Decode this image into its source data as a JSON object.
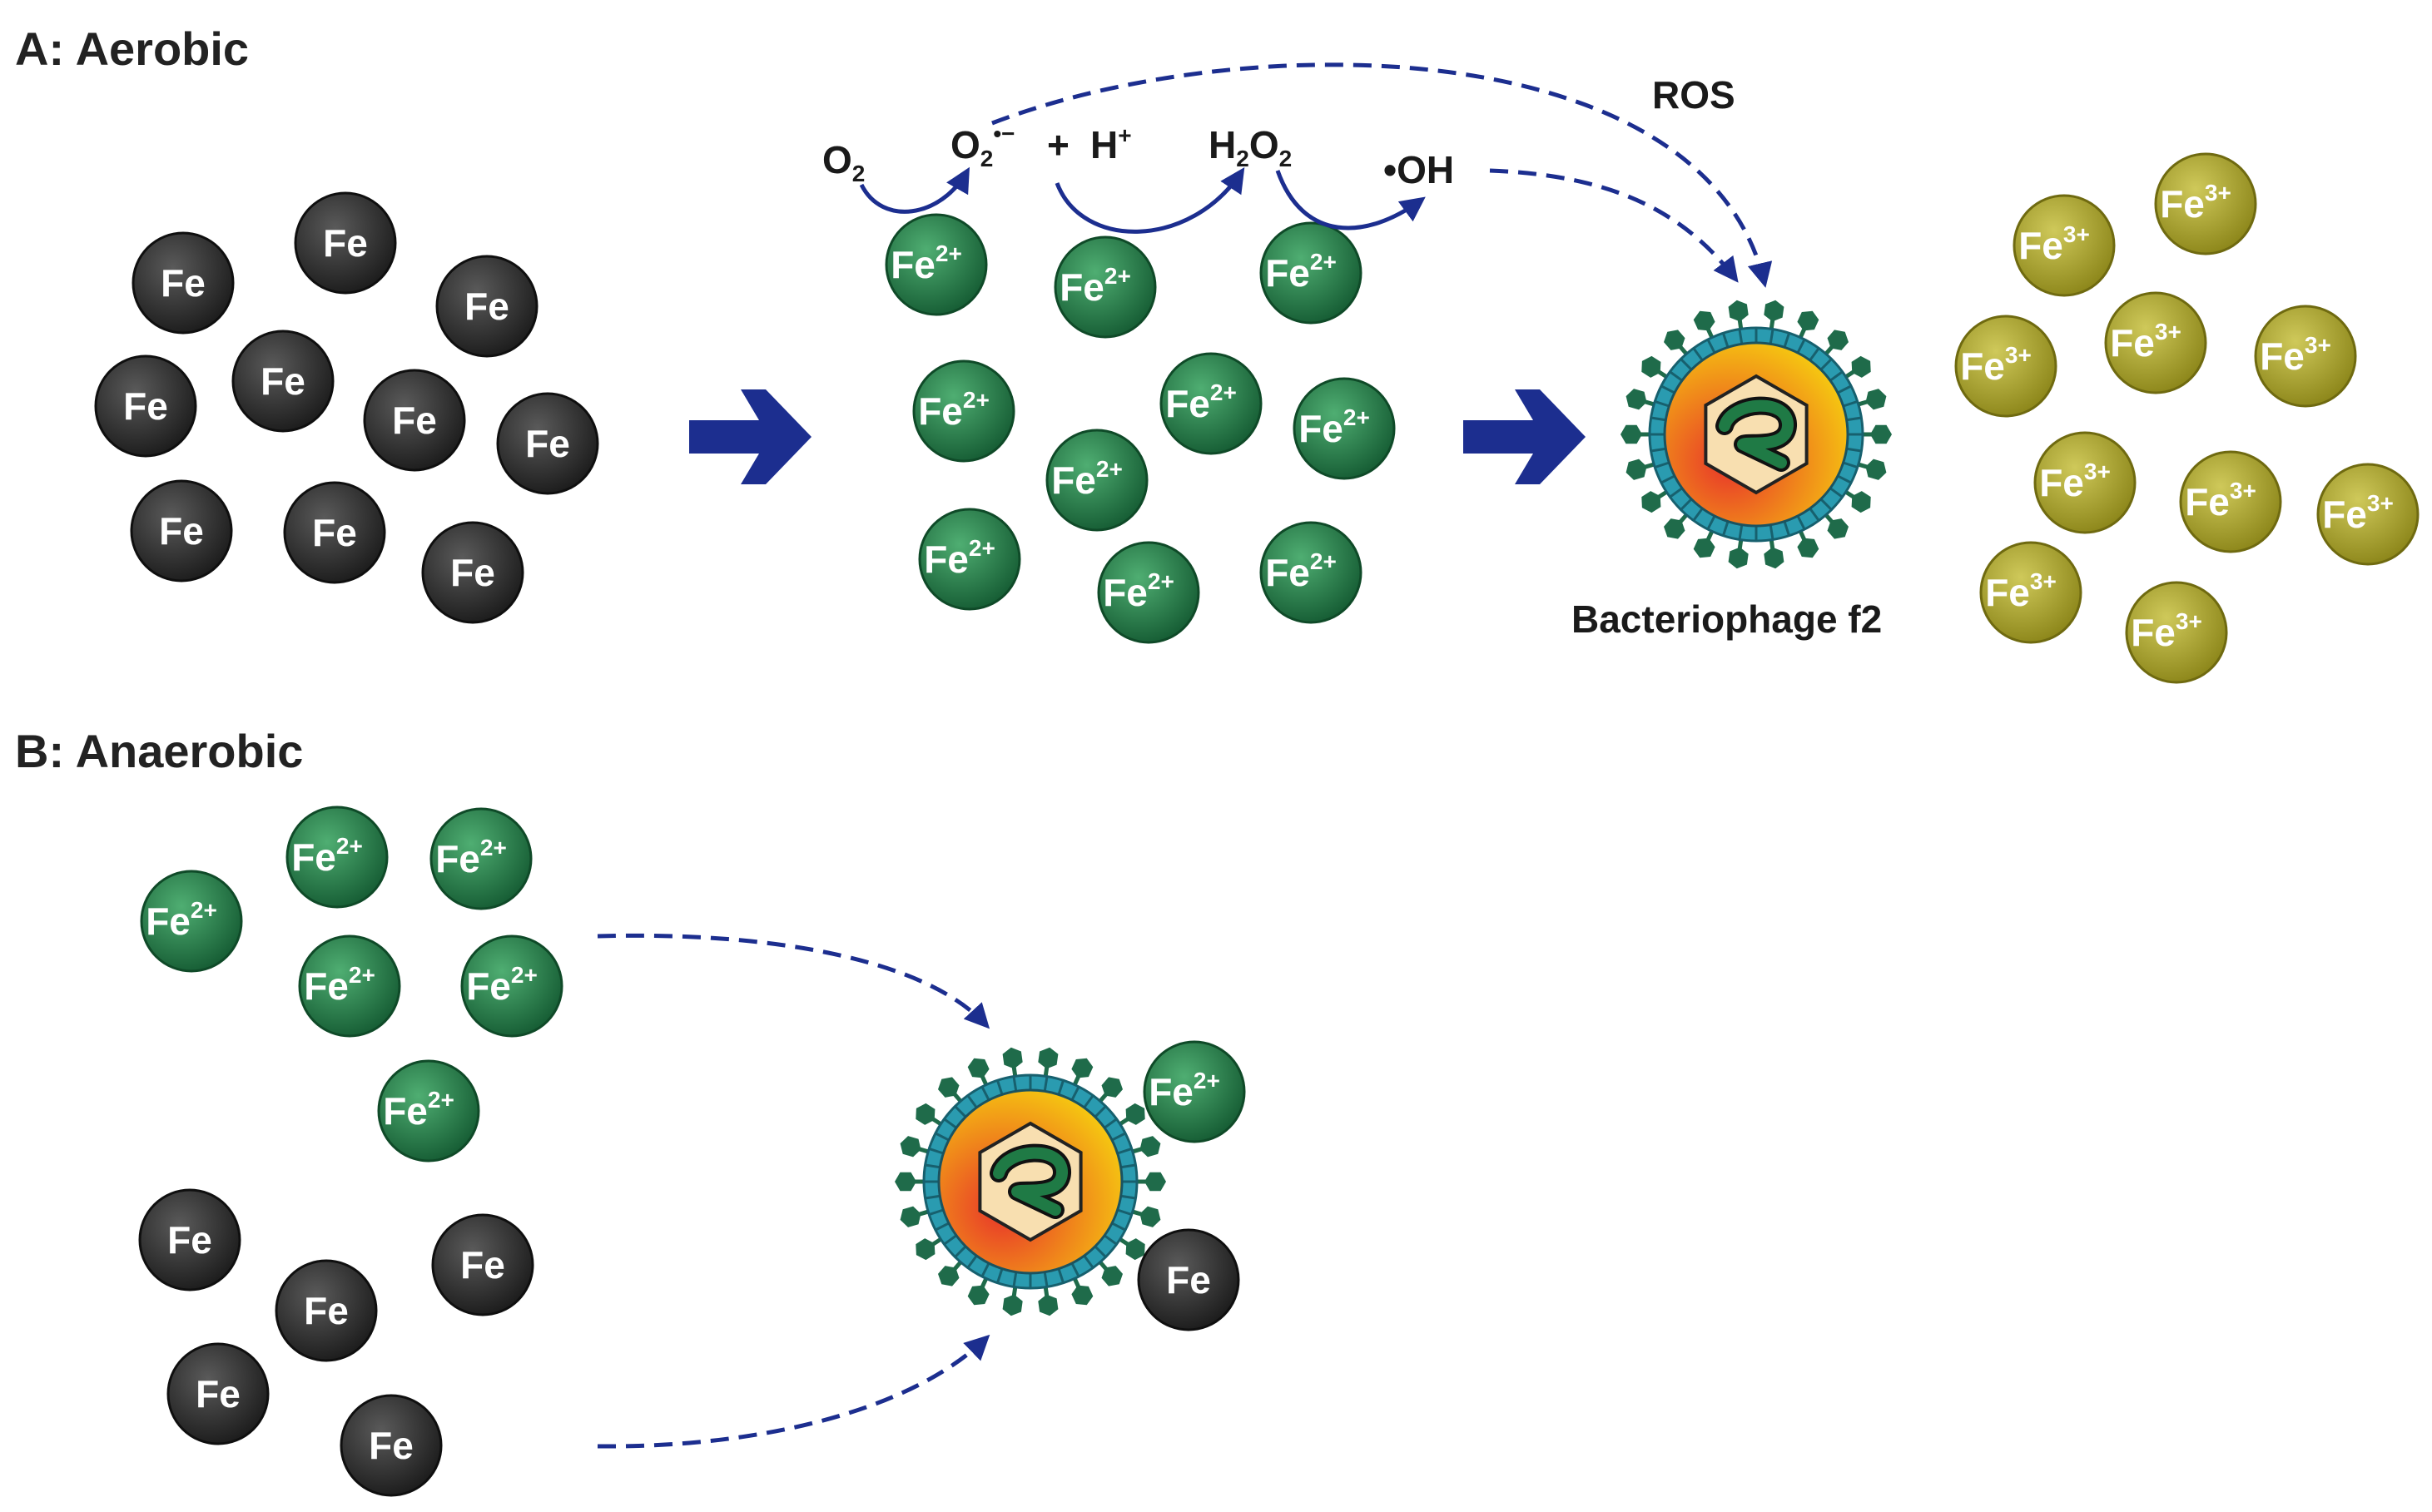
{
  "panels": {
    "aerobic": {
      "title": "A: Aerobic"
    },
    "anaerobic": {
      "title": "B: Anaerobic"
    }
  },
  "atoms": {
    "fe0": {
      "symbol": "Fe",
      "charge": ""
    },
    "fe2": {
      "symbol": "Fe",
      "charge": "2+"
    },
    "fe3": {
      "symbol": "Fe",
      "charge": "3+"
    }
  },
  "reactions": {
    "o2": {
      "base": "O",
      "sub": "2"
    },
    "superoxide": {
      "base": "O",
      "sub": "2",
      "sup": "•−"
    },
    "plus": "+",
    "proton": {
      "base": "H",
      "sup": "+"
    },
    "h2o2": {
      "h": "H",
      "sub1": "2",
      "o": "O",
      "sub2": "2"
    },
    "hydroxyl": "•OH",
    "ros": "ROS"
  },
  "phage": {
    "label": "Bacteriophage f2"
  },
  "colors": {
    "fe0": "#2a2a2a",
    "fe2": "#1f7a45",
    "fe3": "#a9a226",
    "arrow": "#1c2e8f",
    "phage_shell": "#2a9bb0",
    "phage_spike": "#1f6b4a",
    "phage_core_outer": "#f2c200",
    "phage_core_inner": "#e8402a",
    "capsid": "#f8dfb0",
    "rna": "#1f7a45"
  }
}
